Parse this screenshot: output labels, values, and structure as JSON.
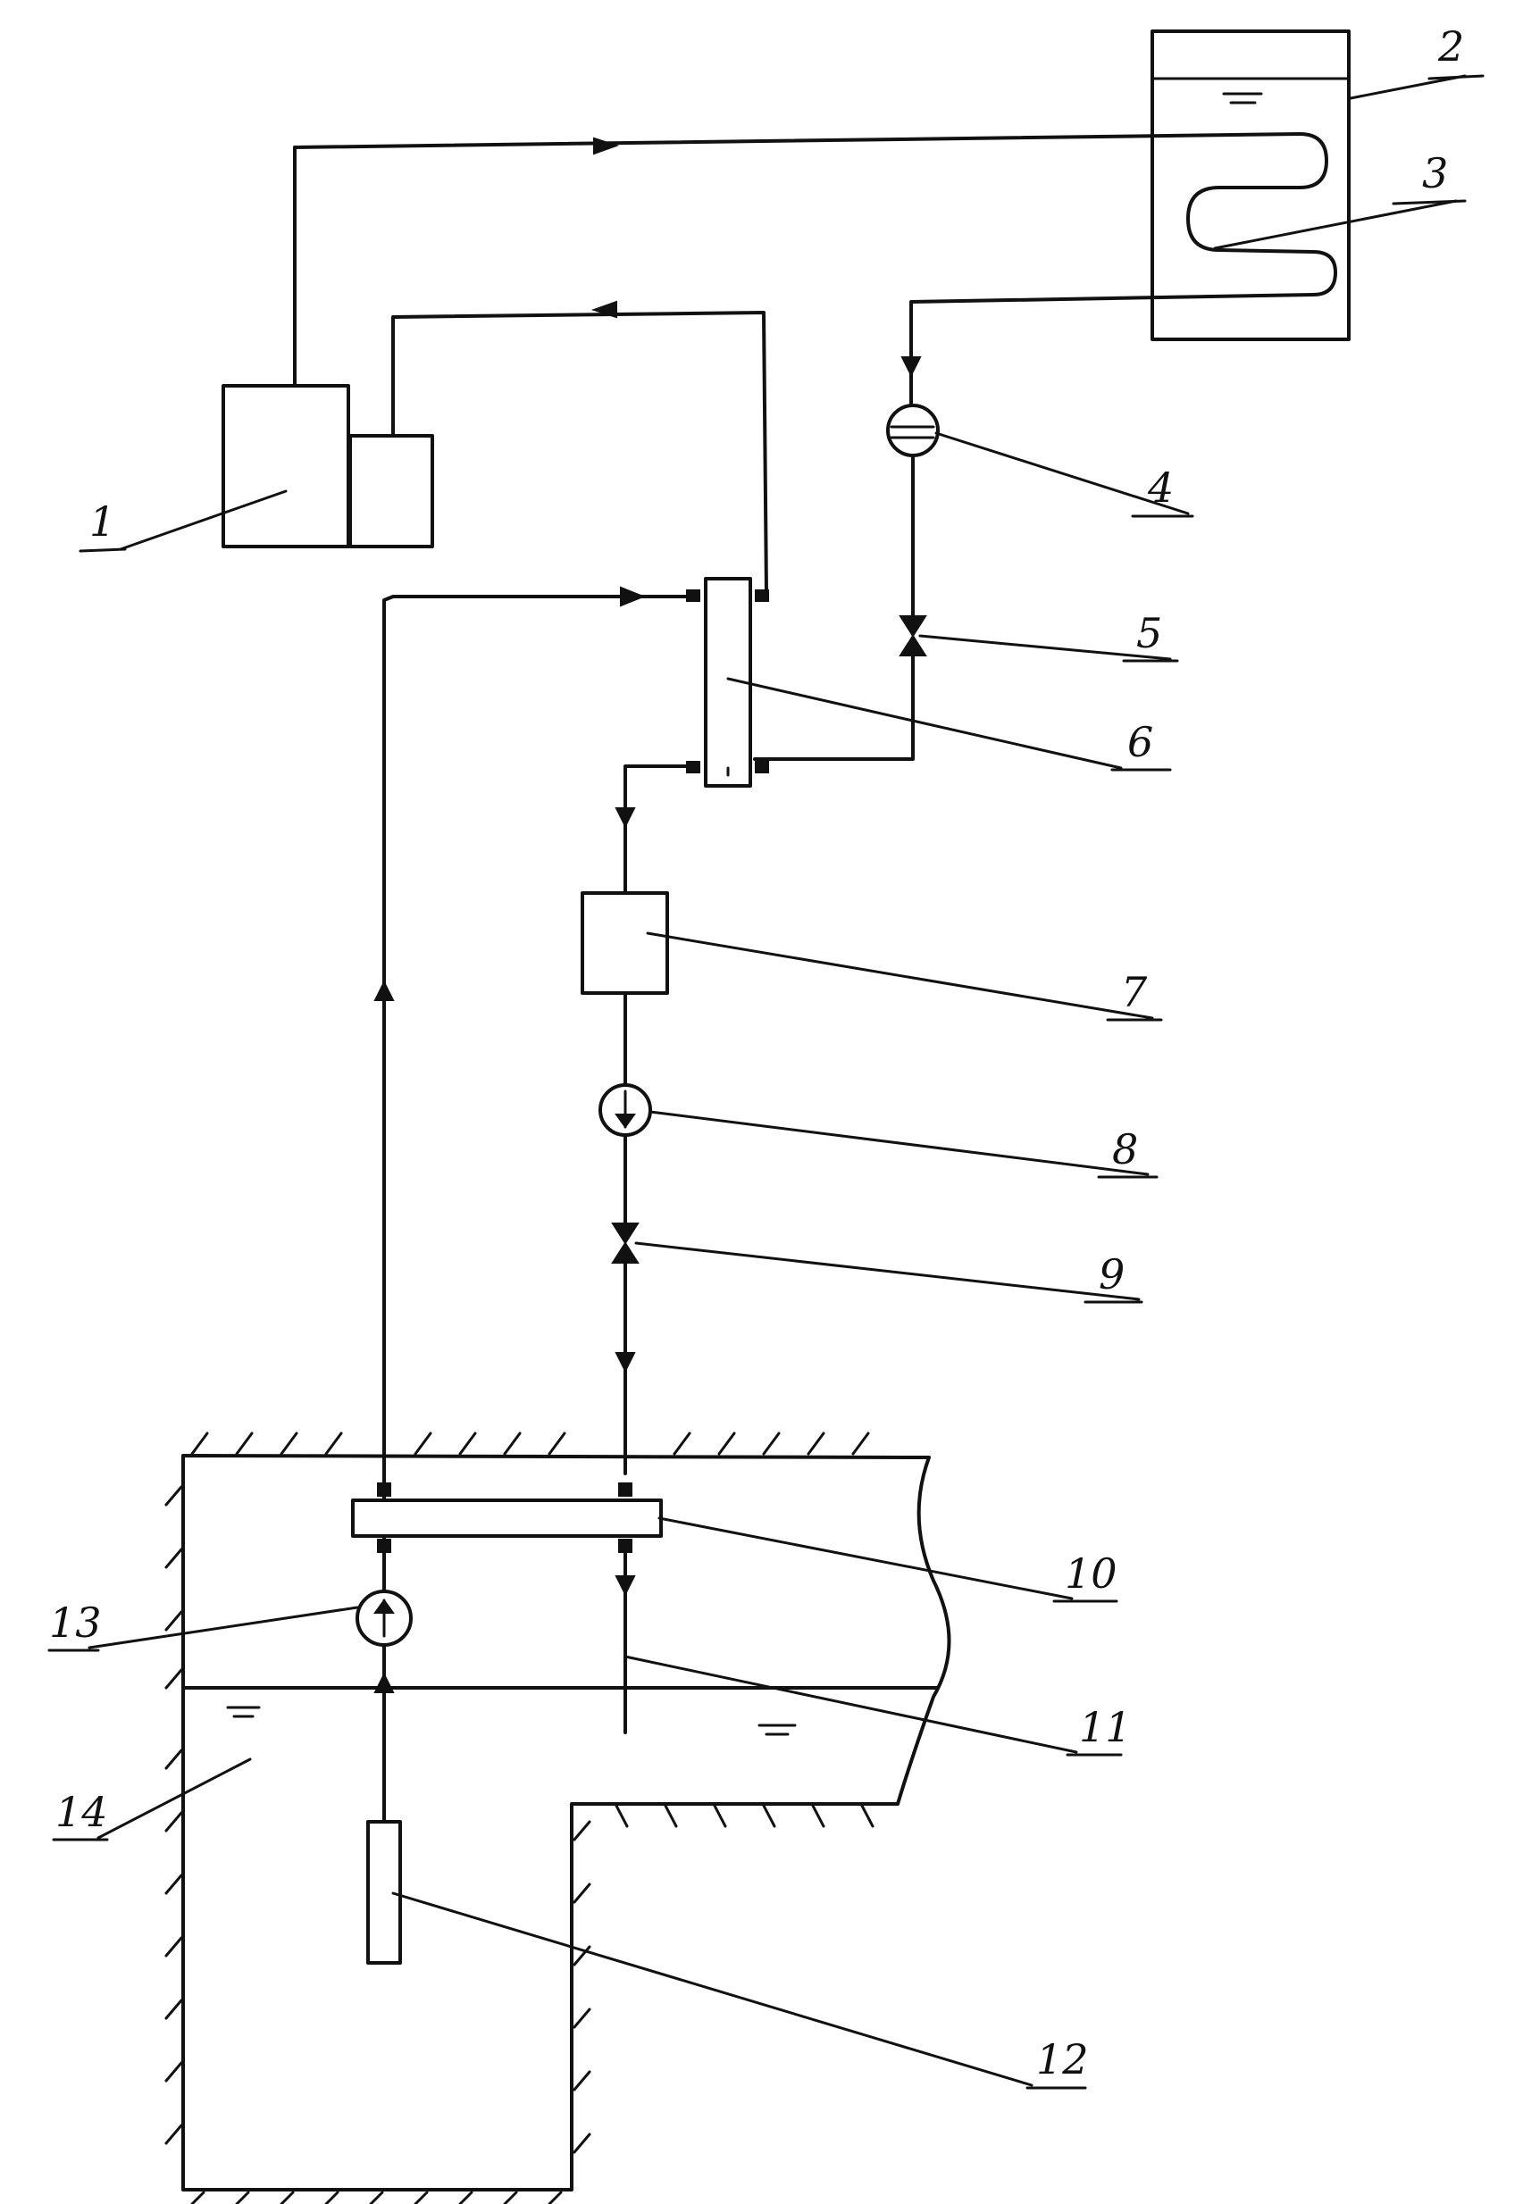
{
  "diagram": {
    "labels": {
      "n1": "1",
      "n2": "2",
      "n3": "3",
      "n4": "4",
      "n5": "5",
      "n6": "6",
      "n7": "7",
      "n8": "8",
      "n9": "9",
      "n10": "10",
      "n11": "11",
      "n12": "12",
      "n13": "13",
      "n14": "14"
    },
    "water_level_symbol": "═"
  }
}
